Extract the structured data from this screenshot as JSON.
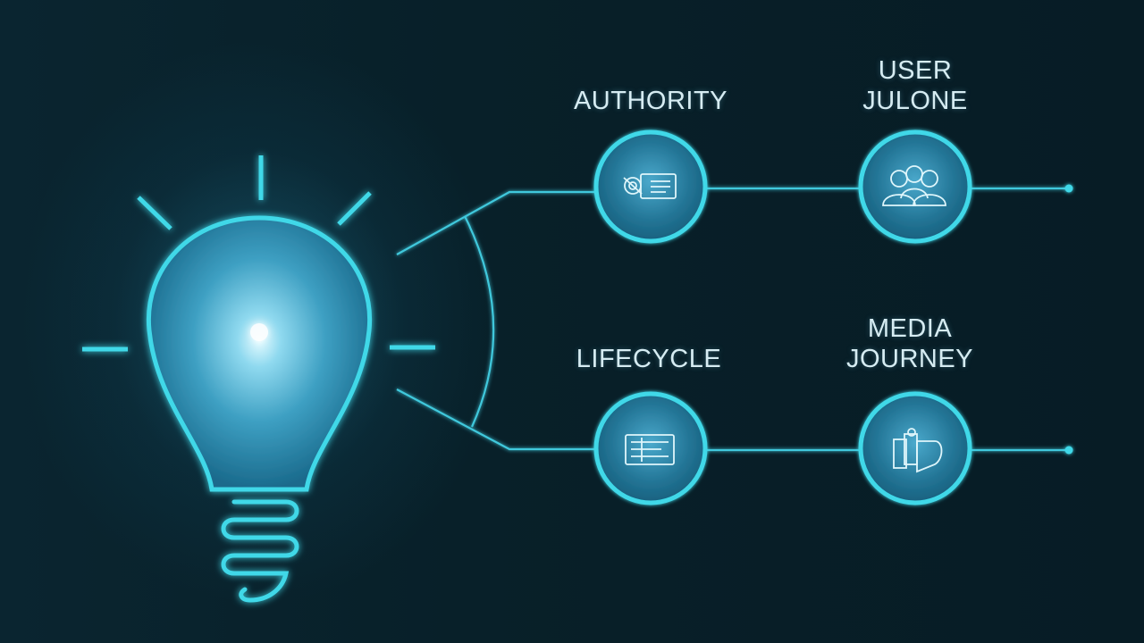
{
  "nodes": [
    {
      "id": "authority",
      "lines": [
        "AUTHORITY"
      ]
    },
    {
      "id": "user-journey",
      "lines": [
        "USER",
        "JULONE"
      ]
    },
    {
      "id": "lifecycle",
      "lines": [
        "LIFECYCLE"
      ]
    },
    {
      "id": "media-journey",
      "lines": [
        "MEDIA",
        "JOURNEY"
      ]
    }
  ],
  "colors": {
    "accent": "#3fd8e8",
    "node_fill": "#1d6a8a",
    "text": "#d6ecf2",
    "background": "#061a22"
  }
}
